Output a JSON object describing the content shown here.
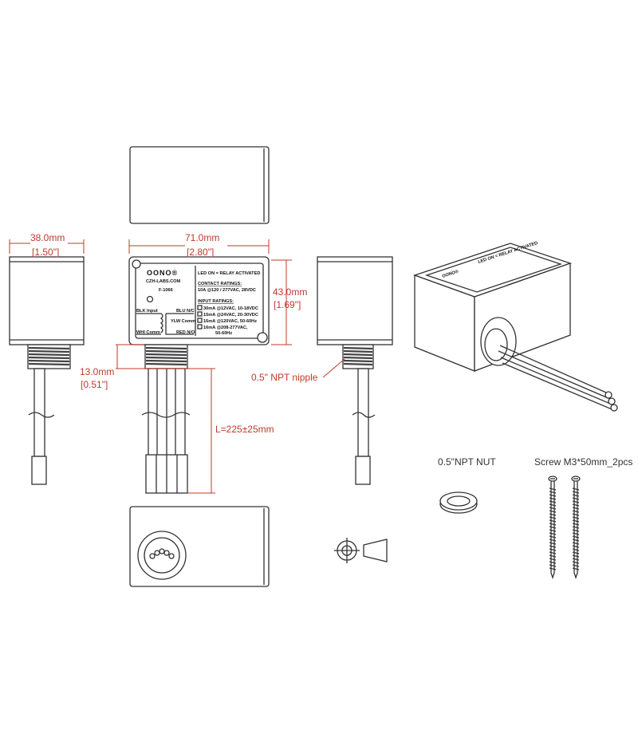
{
  "dimensions": {
    "width_side_mm": "38.0mm",
    "width_side_in": "[1.50\"]",
    "width_front_mm": "71.0mm",
    "width_front_in": "[2.80\"]",
    "height_mm": "43.0mm",
    "height_in": "[1.69\"]",
    "nipple_mm": "13.0mm",
    "nipple_in": "[0.51\"]",
    "cable_length": "L=225±25mm",
    "nipple_label": "0.5\"  NPT nipple"
  },
  "accessories": {
    "nut_label": "0.5\"NPT NUT",
    "screw_label": "Screw M3*50mm_2pcs"
  },
  "device_label": {
    "brand": "OONO®",
    "website": "CZH-LABS.COM",
    "model": "F-1066",
    "led": "LED ON = RELAY ACTIVATED",
    "contact_heading": "CONTACT RATINGS:",
    "contact_value": "10A @120 / 277VAC, 28VDC",
    "input_heading": "INPUT RATINGS:",
    "inputs": [
      "30mA @12VAC, 10-18VDC",
      "15mA @24VAC, 20-30VDC",
      "16mA @120VAC, 50-60Hz",
      "16mA @208-277VAC,",
      "50-60Hz"
    ],
    "wires": {
      "blk": "BLK Input",
      "blu": "BLU N/C",
      "ylw": "YLW Comm",
      "whi": "WHI Comm",
      "red": "RED N/O"
    }
  },
  "colors": {
    "dimension": "#c0392b",
    "outline": "#333333"
  }
}
